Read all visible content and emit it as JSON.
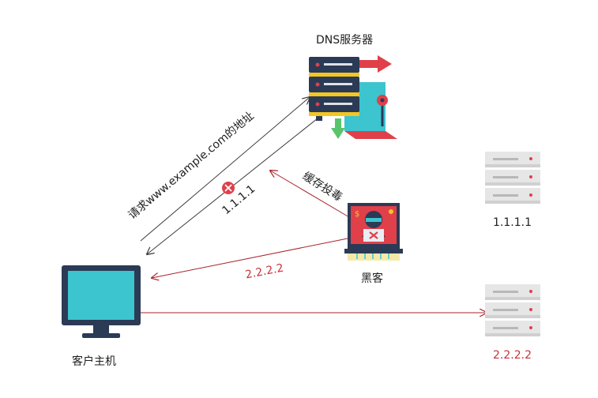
{
  "dns_server": {
    "label": "DNS服务器"
  },
  "client": {
    "label": "客户主机"
  },
  "hacker": {
    "label": "黑客"
  },
  "server_real": {
    "ip": "1.1.1.1"
  },
  "server_fake": {
    "ip": "2.2.2.2"
  },
  "arrows": {
    "request": "请求www.example.com的地址",
    "real_response": "1.1.1.1",
    "cache_poison": "缓存投毒",
    "fake_response": "2.2.2.2"
  },
  "colors": {
    "line_dark": "#3a3a3a",
    "line_red": "#a8232b",
    "accent_red": "#e0404a",
    "screen_cyan": "#3cc4cf",
    "server_navy": "#2b3a55",
    "server_gray": "#e6e6e6"
  }
}
